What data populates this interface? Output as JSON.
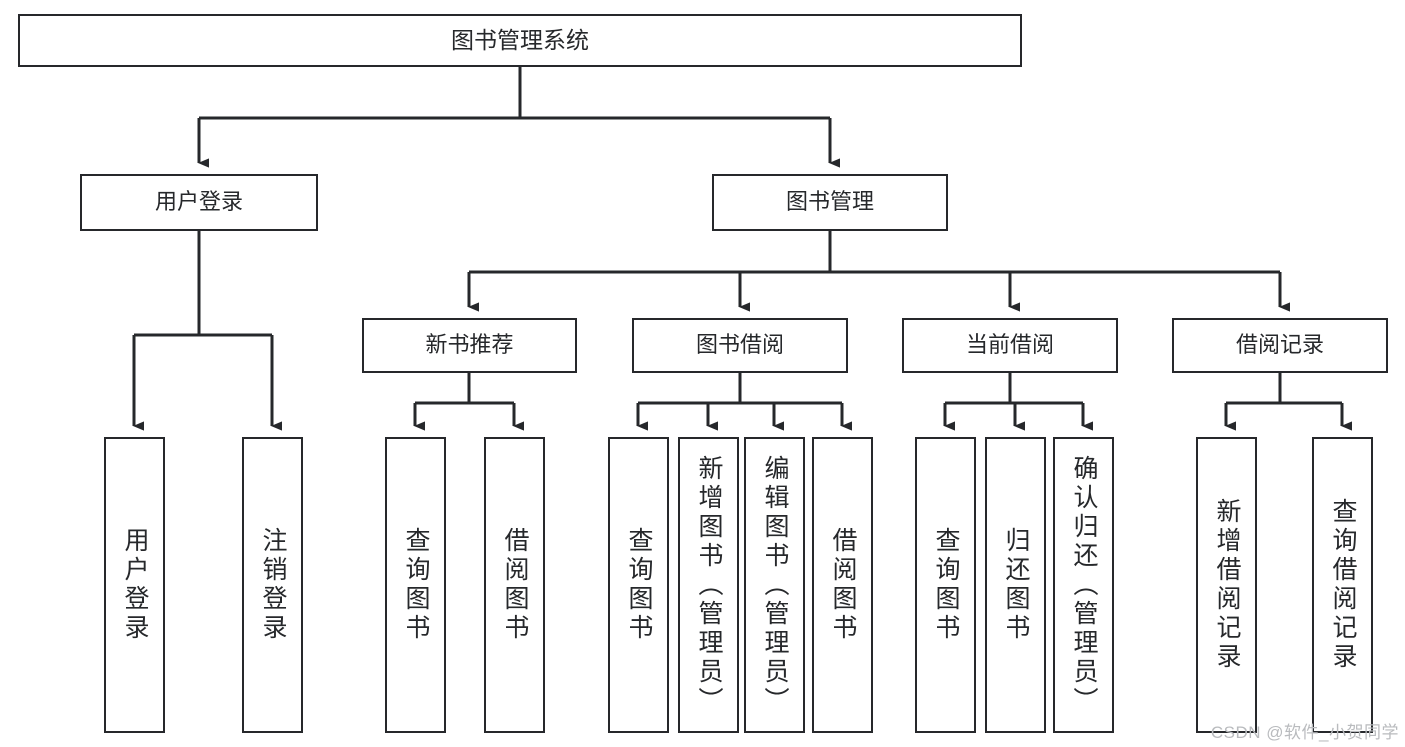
{
  "diagram": {
    "title": "图书管理系统",
    "type": "tree-hierarchy-diagram",
    "colors": {
      "node_border": "#26282b",
      "node_fill": "#ffffff",
      "edge": "#26282b",
      "text": "#26282b",
      "watermark": "#b9bbbe",
      "background": "#ffffff"
    },
    "root": {
      "label": "图书管理系统"
    },
    "level2": [
      {
        "label": "用户登录"
      },
      {
        "label": "图书管理"
      }
    ],
    "level3": [
      {
        "label": "新书推荐"
      },
      {
        "label": "图书借阅"
      },
      {
        "label": "当前借阅"
      },
      {
        "label": "借阅记录"
      }
    ],
    "leaves": {
      "user_login": [
        {
          "label": "用户登录"
        },
        {
          "label": "注销登录"
        }
      ],
      "new_book_recommend": [
        {
          "label": "查询图书"
        },
        {
          "label": "借阅图书"
        }
      ],
      "book_borrow": [
        {
          "label": "查询图书"
        },
        {
          "label": "新增图书（管理员）"
        },
        {
          "label": "编辑图书（管理员）"
        },
        {
          "label": "借阅图书"
        }
      ],
      "current_borrow": [
        {
          "label": "查询图书"
        },
        {
          "label": "归还图书"
        },
        {
          "label": "确认归还（管理员）"
        }
      ],
      "borrow_record": [
        {
          "label": "新增借阅记录"
        },
        {
          "label": "查询借阅记录"
        }
      ]
    }
  },
  "watermark": {
    "text": "CSDN @软件_小贺同学"
  }
}
